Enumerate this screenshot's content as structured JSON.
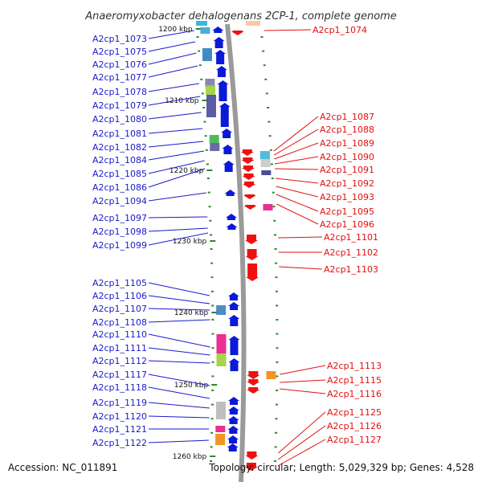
{
  "title": "Anaeromyxobacter dehalogenans 2CP-1, complete genome",
  "accession": "Accession: NC_011891",
  "topology": "Topology: circular; Length: 5,029,329 bp; Genes: 4,528",
  "colors": {
    "left_strand": "#0b19d8",
    "right_strand": "#f01010",
    "left_label": "#1a1acc",
    "right_label": "#e01010",
    "backbone": "#9a9a9a",
    "tick": "#2a8a2a"
  },
  "ticks": [
    {
      "label": "1200 kbp",
      "kbp": 1200
    },
    {
      "label": "1210 kbp",
      "kbp": 1210
    },
    {
      "label": "1220 kbp",
      "kbp": 1220
    },
    {
      "label": "1230 kbp",
      "kbp": 1230
    },
    {
      "label": "1240 kbp",
      "kbp": 1240
    },
    {
      "label": "1250 kbp",
      "kbp": 1250
    },
    {
      "label": "1260 kbp",
      "kbp": 1260
    }
  ],
  "left_labels": [
    "A2cp1_1073",
    "A2cp1_1075",
    "A2cp1_1076",
    "A2cp1_1077",
    "A2cp1_1078",
    "A2cp1_1079",
    "A2cp1_1080",
    "A2cp1_1081",
    "A2cp1_1082",
    "A2cp1_1084",
    "A2cp1_1085",
    "A2cp1_1086",
    "A2cp1_1094",
    "A2cp1_1097",
    "A2cp1_1098",
    "A2cp1_1099",
    "A2cp1_1105",
    "A2cp1_1106",
    "A2cp1_1107",
    "A2cp1_1108",
    "A2cp1_1110",
    "A2cp1_1111",
    "A2cp1_1112",
    "A2cp1_1117",
    "A2cp1_1118",
    "A2cp1_1119",
    "A2cp1_1120",
    "A2cp1_1121",
    "A2cp1_1122"
  ],
  "right_labels": [
    "A2cp1_1074",
    "A2cp1_1087",
    "A2cp1_1088",
    "A2cp1_1089",
    "A2cp1_1090",
    "A2cp1_1091",
    "A2cp1_1092",
    "A2cp1_1093",
    "A2cp1_1095",
    "A2cp1_1096",
    "A2cp1_1101",
    "A2cp1_1102",
    "A2cp1_1103",
    "A2cp1_1113",
    "A2cp1_1115",
    "A2cp1_1116",
    "A2cp1_1125",
    "A2cp1_1126",
    "A2cp1_1127"
  ]
}
